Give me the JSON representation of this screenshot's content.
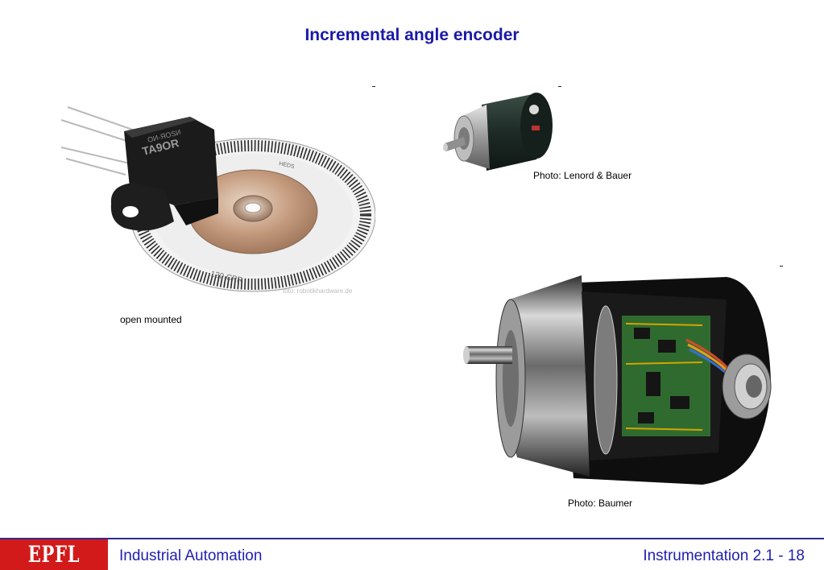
{
  "slide": {
    "title": "Incremental angle encoder",
    "caption_open": "open mounted",
    "caption_lenord": "Photo: Lenord & Bauer",
    "caption_baumer": "Photo: Baumer"
  },
  "photos": {
    "open_encoder": {
      "sensor_text": "TA9OR",
      "sensor_text2": "ОИ-ЯОSИ",
      "disc_text": "120 CPR",
      "disc_brand": "HEDS",
      "credit": "foto: robotikhardware.de"
    }
  },
  "footer": {
    "left": "Industrial Automation",
    "right": "Instrumentation 2.1 - 18",
    "logo": "EPFL"
  },
  "colors": {
    "title": "#1a1aa6",
    "footer_text": "#1f1fb0",
    "footer_line": "#2c2c8c",
    "logo_bg": "#d21a1a"
  }
}
